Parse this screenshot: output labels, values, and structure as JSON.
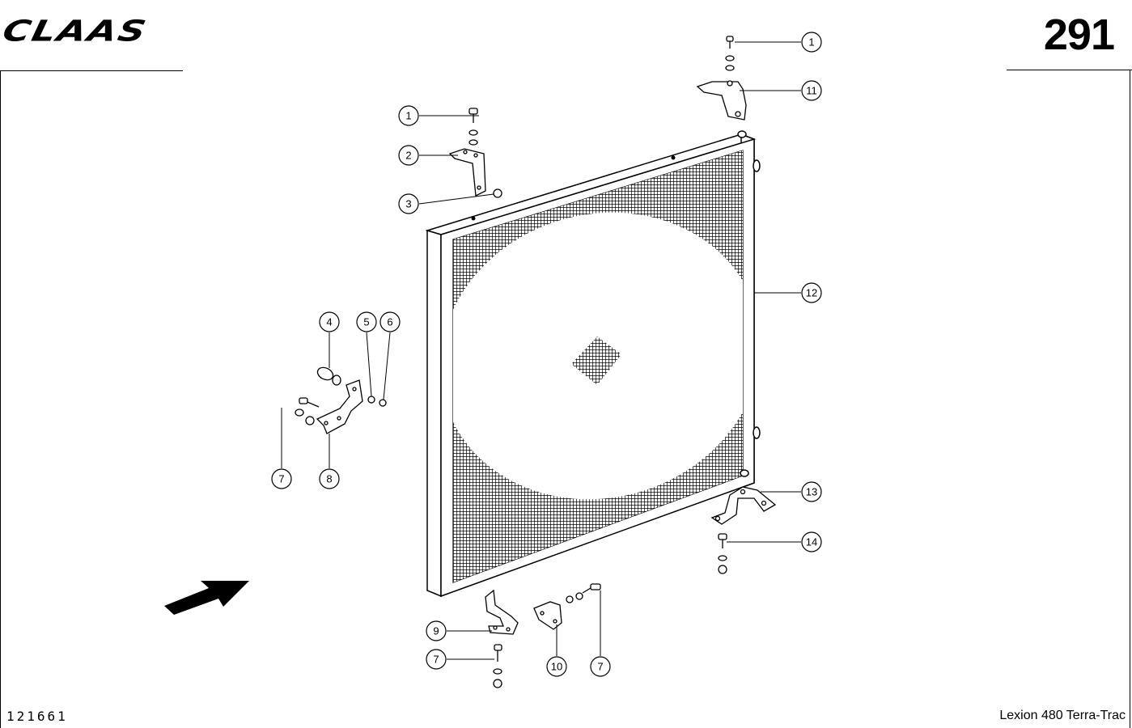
{
  "header": {
    "brand": "CLAAS",
    "page_number": "291"
  },
  "footer": {
    "drawing_number": "121661",
    "model": "Lexion 480 Terra-Trac"
  },
  "callouts": [
    "1",
    "11",
    "1",
    "2",
    "3",
    "12",
    "4",
    "5",
    "6",
    "7",
    "8",
    "13",
    "14",
    "9",
    "7",
    "10",
    "7"
  ]
}
